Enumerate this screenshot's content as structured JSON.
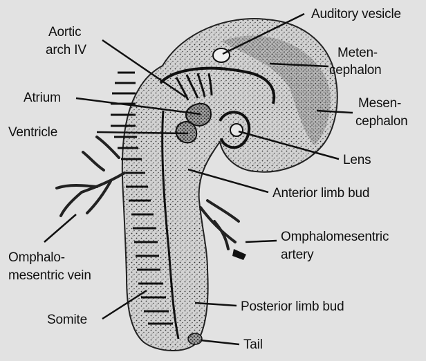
{
  "labels": {
    "aortic_arch_line1": "Aortic",
    "aortic_arch_line2": "arch IV",
    "atrium": "Atrium",
    "ventricle": "Ventricle",
    "omphalo_vein_line1": "Omphalo-",
    "omphalo_vein_line2": "mesentric vein",
    "somite": "Somite",
    "auditory_vesicle": "Auditory vesicle",
    "metencephalon_line1": "Meten-",
    "metencephalon_line2": "cephalon",
    "mesencephalon_line1": "Mesen-",
    "mesencephalon_line2": "cephalon",
    "lens": "Lens",
    "anterior_limb_bud": "Anterior limb bud",
    "omphalo_artery_line1": "Omphalomesentric",
    "omphalo_artery_line2": "artery",
    "posterior_limb_bud": "Posterior limb bud",
    "tail": "Tail"
  },
  "colors": {
    "background": "#e2e2e2",
    "ink": "#111111",
    "tissue": "#d0d0d0",
    "shade": "#5a5a5a"
  }
}
